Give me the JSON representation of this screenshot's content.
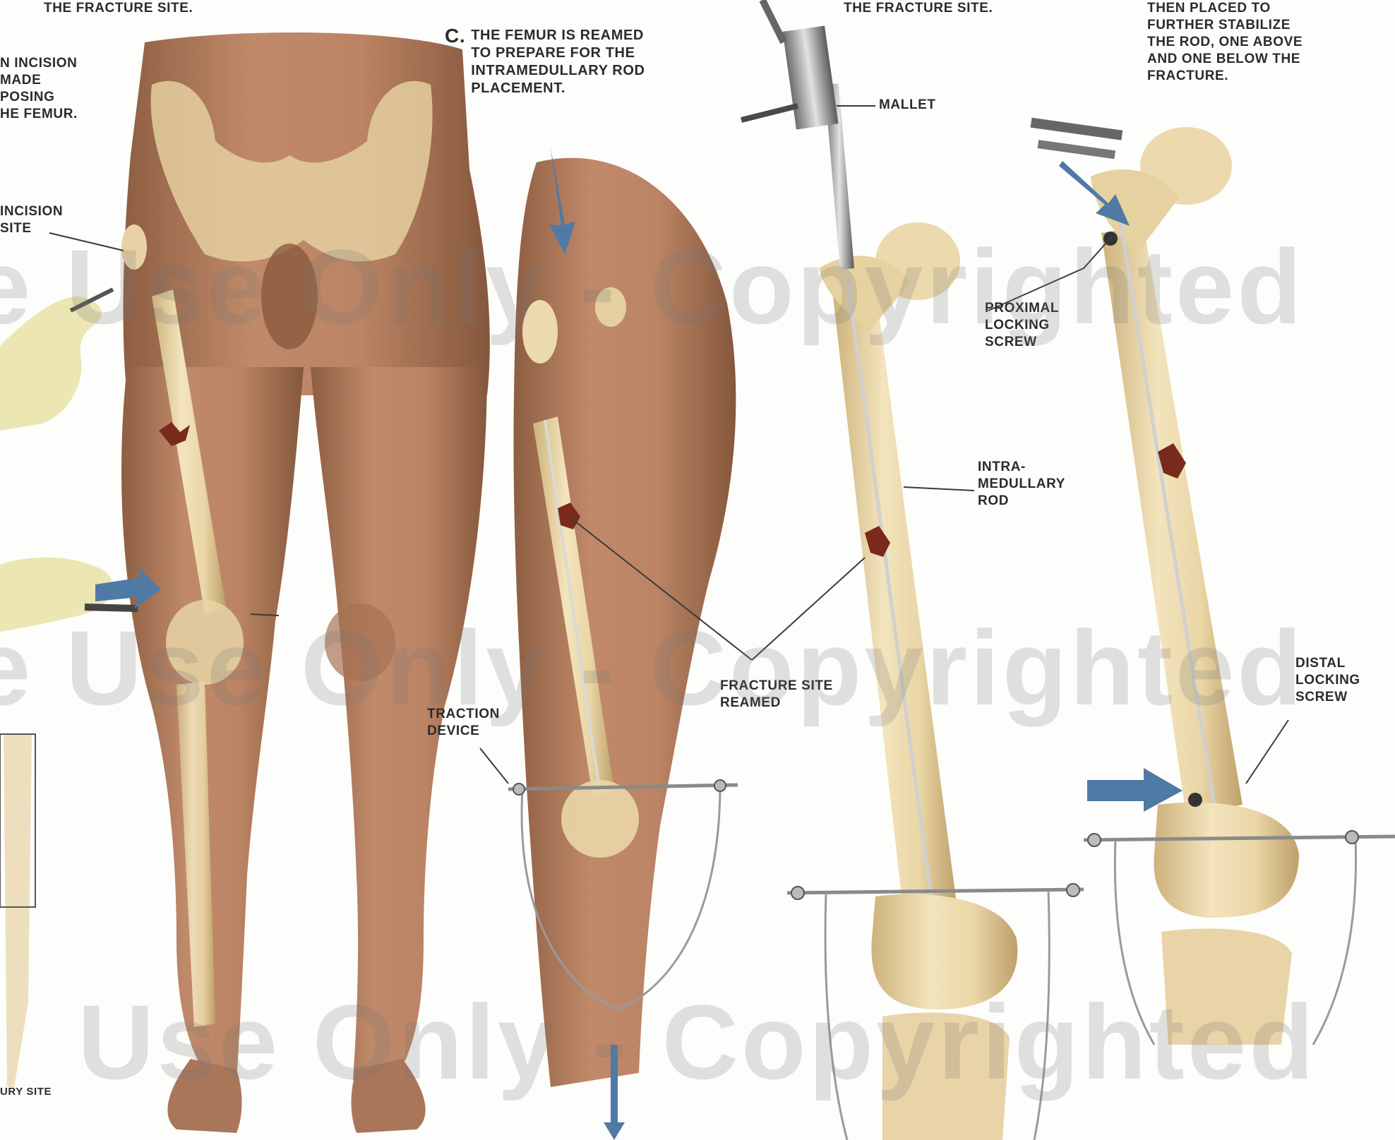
{
  "steps": {
    "a_tail": "THE FRACTURE SITE.",
    "b_incision": "N INCISION\n MADE\nPOSING\nHE FEMUR.",
    "c_letter": "C.",
    "c_text": "THE FEMUR IS REAMED\nTO PREPARE FOR THE\nINTRAMEDULLARY ROD\nPLACEMENT.",
    "d_tail": "THE FRACTURE SITE.",
    "e_text": "THEN PLACED TO\nFURTHER STABILIZE\nTHE ROD, ONE ABOVE\nAND ONE BELOW THE\nFRACTURE."
  },
  "labels": {
    "incision_site": "INCISION\nSITE",
    "mallet": "MALLET",
    "proximal_screw": "PROXIMAL\nLOCKING\nSCREW",
    "intramedullary_rod": "INTRA-\nMEDULLARY\nROD",
    "fracture_reamed": "FRACTURE SITE\nREAMED",
    "traction_device": "TRACTION\nDEVICE",
    "distal_screw": "DISTAL\nLOCKING\nSCREW",
    "bottom_left": "URY SITE"
  },
  "watermark": {
    "line1": "e Use Only - Copyrighted",
    "line2": "e Use Only - Copyrighted",
    "line3": "Use Only - Copyrighted"
  },
  "colors": {
    "skin": "#b98364",
    "skin_dark": "#8e5e42",
    "bone": "#ecd9ad",
    "bone_shade": "#cdb27c",
    "fracture": "#7a2a1c",
    "arrow": "#4f7aa6",
    "glove": "#ece6b2",
    "leader": "#3a3a3a"
  }
}
